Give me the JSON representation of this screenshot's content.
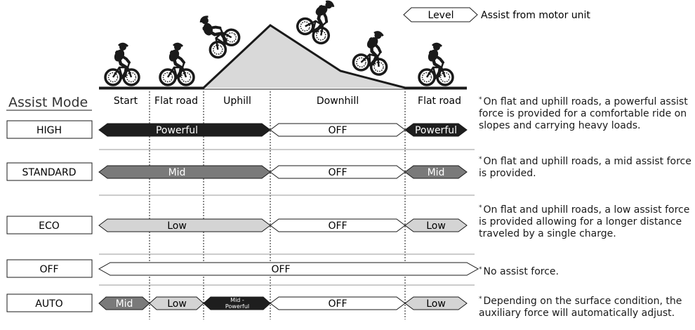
{
  "legend": {
    "shape_label": "Level",
    "description": "Assist from motor unit"
  },
  "header": {
    "mode_heading": "Assist Mode",
    "segments": [
      "Start",
      "Flat road",
      "Uphill",
      "Downhill",
      "Flat road"
    ]
  },
  "colors": {
    "black": "#1e1e1e",
    "dark_gray": "#7a7a7a",
    "light_gray": "#d4d4d4",
    "white": "#ffffff",
    "terrain": "#d9d9d9"
  },
  "modes": [
    {
      "name": "HIGH",
      "pills": [
        {
          "label": "Powerful"
        },
        {
          "label": "OFF"
        },
        {
          "label": "Powerful"
        }
      ],
      "note": "On flat and uphill roads, a powerful assist force is provided for a comfortable ride on slopes and carrying heavy loads."
    },
    {
      "name": "STANDARD",
      "pills": [
        {
          "label": "Mid"
        },
        {
          "label": "OFF"
        },
        {
          "label": "Mid"
        }
      ],
      "note": "On flat and uphill roads, a mid assist force is provided."
    },
    {
      "name": "ECO",
      "pills": [
        {
          "label": "Low"
        },
        {
          "label": "OFF"
        },
        {
          "label": "Low"
        }
      ],
      "note": "On flat and uphill roads, a low assist force is provided allowing for a longer distance traveled by a single charge."
    },
    {
      "name": "OFF",
      "pills": [
        {
          "label": "OFF"
        }
      ],
      "note": "No assist force."
    },
    {
      "name": "AUTO",
      "pills": [
        {
          "label": "Mid"
        },
        {
          "label": "Low"
        },
        {
          "label_line1": "Mid -",
          "label_line2": "Powerful"
        },
        {
          "label": "OFF"
        },
        {
          "label": "Low"
        }
      ],
      "note": "Depending on the surface condition, the auxiliary force will automatically adjust."
    }
  ],
  "note_marker": "*"
}
